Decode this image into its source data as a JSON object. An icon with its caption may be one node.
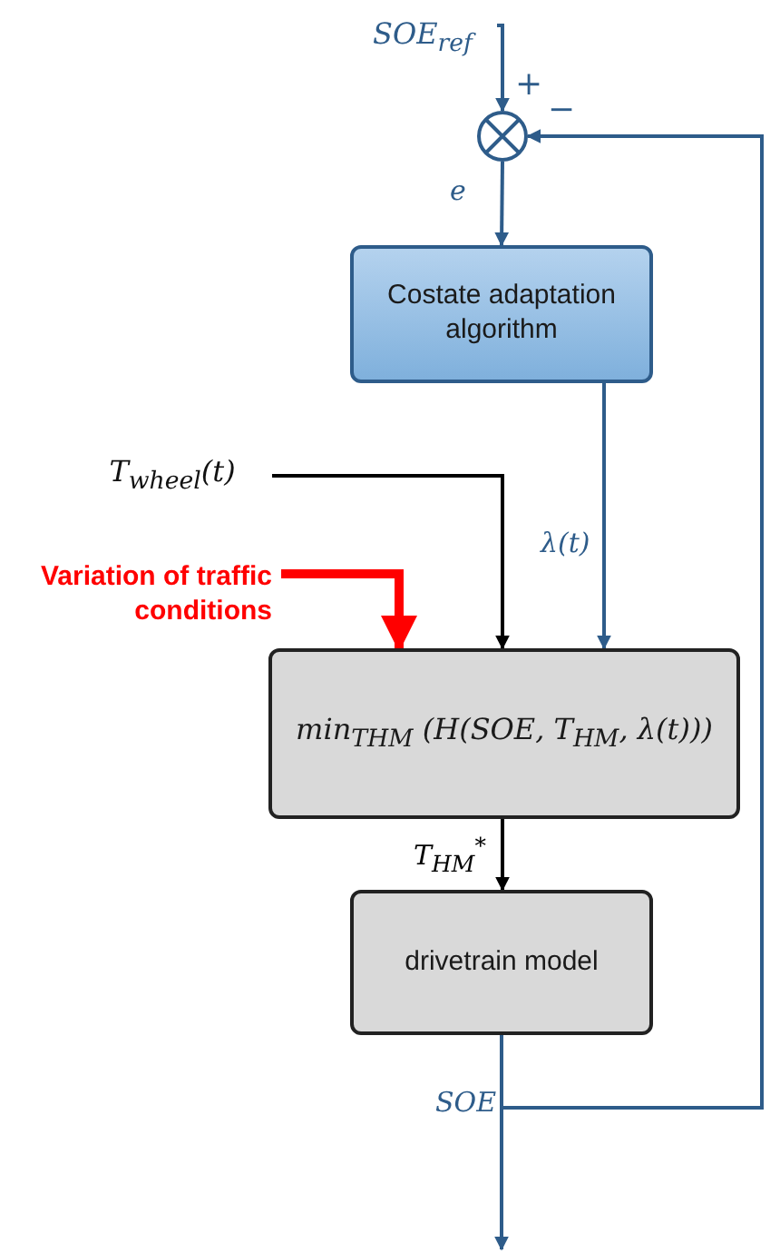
{
  "diagram": {
    "nodes": [
      {
        "text": [
          "SOE$_{ref}$"
        ]
      },
      {
        "text": [],
        "shape": "circle"
      },
      {
        "text": [
          "Costate adaptation algorithm"
        ]
      },
      {
        "text": [
          "T$_{wheel}$(t)"
        ]
      },
      {
        "text": [
          "Variation of traffic conditions"
        ]
      },
      {
        "text": [
          "min$_{THM}$ (H(SOE, T$_{HM}$, λ(t)))"
        ]
      },
      {
        "text": [
          "drivetrain model"
        ]
      }
    ],
    "edges": [
      {
        "from": 0,
        "to": 1,
        "arrow": "to"
      },
      {
        "from": 1,
        "to": 2,
        "arrow": "to",
        "label": "e"
      },
      {
        "from": 3,
        "to": 5,
        "arrow": "to",
        "color": "#000000"
      },
      {
        "from": 4,
        "to": 5,
        "arrow": "to",
        "color": "#ff0000",
        "style": "thick"
      },
      {
        "from": 2,
        "to": 5,
        "arrow": "to",
        "label": "λ(t)"
      },
      {
        "from": 5,
        "to": 6,
        "arrow": "to",
        "label": "T$_{HM}$$^{*}$",
        "color": "#000000"
      },
      {
        "from": 6,
        "to": null,
        "arrow": "to",
        "label": "SOE"
      },
      {
        "from": 6,
        "to": 1,
        "arrow": "to"
      }
    ],
    "labels": [
      "+",
      "−"
    ]
  }
}
